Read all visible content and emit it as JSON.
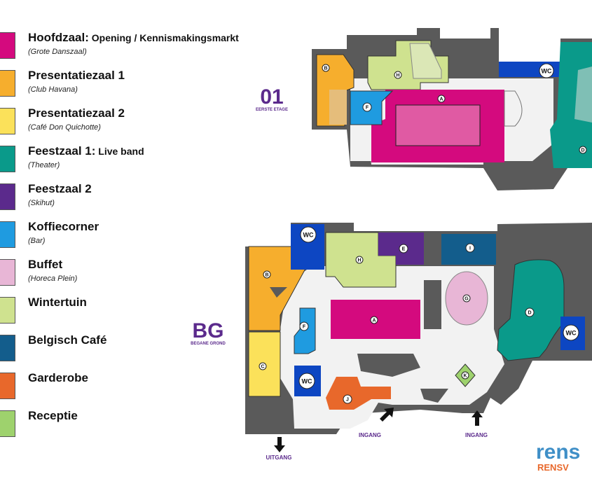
{
  "legend": [
    {
      "title": "Hoofdzaal:",
      "extra": " Opening / Kennismakingsmarkt",
      "subtitle": "(Grote Danszaal)",
      "color": "#d40a7e"
    },
    {
      "title": "Presentatiezaal 1",
      "extra": "",
      "subtitle": "(Club Havana)",
      "color": "#f6ae2d"
    },
    {
      "title": "Presentatiezaal 2",
      "extra": "",
      "subtitle": "(Café Don Quichotte)",
      "color": "#fbe15a"
    },
    {
      "title": "Feestzaal 1:",
      "extra": " Live band",
      "subtitle": "(Theater)",
      "color": "#0a9a8a"
    },
    {
      "title": "Feestzaal 2",
      "extra": "",
      "subtitle": "(Skihut)",
      "color": "#5b2a8c"
    },
    {
      "title": "Koffiecorner",
      "extra": "",
      "subtitle": "(Bar)",
      "color": "#1f9be0"
    },
    {
      "title": "Buffet",
      "extra": "",
      "subtitle": "(Horeca Plein)",
      "color": "#e8b6d6"
    },
    {
      "title": "Wintertuin",
      "extra": "",
      "subtitle": "",
      "color": "#cfe28f"
    },
    {
      "title": "Belgisch Café",
      "extra": "",
      "subtitle": "",
      "color": "#135d8c"
    },
    {
      "title": "Garderobe",
      "extra": "",
      "subtitle": "",
      "color": "#e8682b"
    },
    {
      "title": "Receptie",
      "extra": "",
      "subtitle": "",
      "color": "#9ed26d"
    }
  ],
  "floors": {
    "first": {
      "code": "01",
      "name": "EERSTE ETAGE",
      "color": "#5b2a8c"
    },
    "ground": {
      "code": "BG",
      "name": "BEGANE GROND",
      "color": "#5b2a8c"
    }
  },
  "room_labels": {
    "A": "A",
    "B": "B",
    "C": "C",
    "D": "D",
    "E": "E",
    "F": "F",
    "G": "G",
    "H": "H",
    "I": "I",
    "J": "J",
    "K": "K",
    "WC": "WC"
  },
  "entrances": {
    "ingang": "INGANG",
    "uitgang": "UITGANG"
  },
  "logo": {
    "top": "rens",
    "bottom": "RENSV"
  },
  "colors": {
    "wall": "#5a5a5a",
    "floor": "#f2f2f2",
    "stairs": "#333333",
    "logo_blue": "#3f8fc7",
    "logo_orange": "#e8682b"
  }
}
